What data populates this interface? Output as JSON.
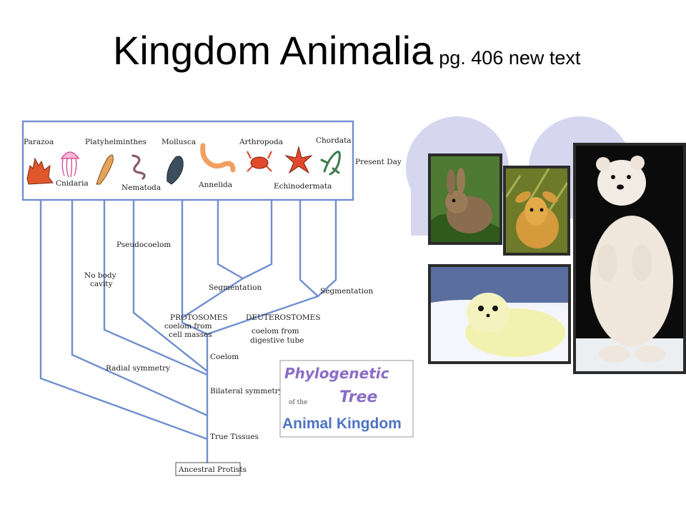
{
  "title": {
    "main": "Kingdom Animalia",
    "sub": "pg. 406 new text"
  },
  "tree": {
    "phyla": {
      "parazoa": "Parazoa",
      "cnidaria": "Cnidaria",
      "platyhelminthes": "Platyhelminthes",
      "nematoda": "Nematoda",
      "mollusca": "Mollusca",
      "annelida": "Annelida",
      "arthropoda": "Arthropoda",
      "echinodermata": "Echinodermata",
      "chordata": "Chordata"
    },
    "present_day": "Present Day",
    "labels": {
      "pseudocoelom": "Pseudocoelom",
      "no_body_cavity_1": "No body",
      "no_body_cavity_2": "cavity",
      "segmentation_left": "Segmentation",
      "segmentation_right": "Segmentation",
      "protostomes": "PROTOSOMES",
      "protostomes_note_1": "coelom from",
      "protostomes_note_2": "cell masses",
      "deuterostomes": "DEUTEROSTOMES",
      "deuterostomes_note_1": "coelom from",
      "deuterostomes_note_2": "digestive tube",
      "coelom": "Coelom",
      "radial_symmetry": "Radial symmetry",
      "bilateral_symmetry": "Bilateral symmetry",
      "true_tissues": "True Tissues",
      "ancestral_protists": "Ancestral Protists"
    },
    "logo": {
      "line1": "Phylogenetic",
      "line2a": "of the",
      "line2b": "Tree",
      "line3": "Animal Kingdom"
    },
    "colors": {
      "line": "#6f8fcf",
      "logo_purple": "#8a6dc6",
      "logo_blue": "#4d74c4"
    }
  },
  "photos": {
    "rabbit": "rabbit",
    "fawn": "fawn",
    "seal_pup": "seal pup",
    "polar_bear_cub": "polar bear cub"
  }
}
